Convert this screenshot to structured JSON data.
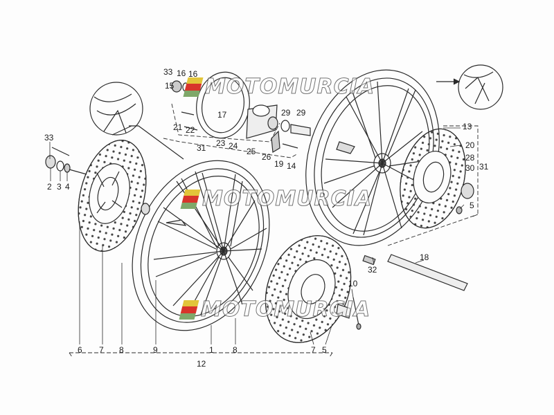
{
  "watermark": {
    "text": "MOTOMURCIA",
    "flag_colors": [
      "#e2c53a",
      "#d8342b",
      "#7fa86a"
    ]
  },
  "labels": {
    "l33a": "33",
    "l16a": "16",
    "l16b": "16",
    "l15": "15",
    "l33b": "33",
    "l2": "2",
    "l3": "3",
    "l4": "4",
    "l17": "17",
    "l29a": "29",
    "l29b": "29",
    "l21": "21",
    "l22": "22",
    "l31a": "31",
    "l23": "23",
    "l24": "24",
    "l25": "25",
    "l26": "26",
    "l19": "19",
    "l14": "14",
    "l13": "13",
    "l20": "20",
    "l28": "28",
    "l30": "30",
    "l31b": "31",
    "l5a": "5",
    "l18": "18",
    "l32": "32",
    "l10": "10",
    "l6": "6",
    "l7a": "7",
    "l8a": "8",
    "l9": "9",
    "l1": "1",
    "l8b": "8",
    "l7b": "7",
    "l5b": "5",
    "l12": "12"
  },
  "colors": {
    "ink": "#2a2a2a",
    "paper": "#fdfdfd"
  }
}
